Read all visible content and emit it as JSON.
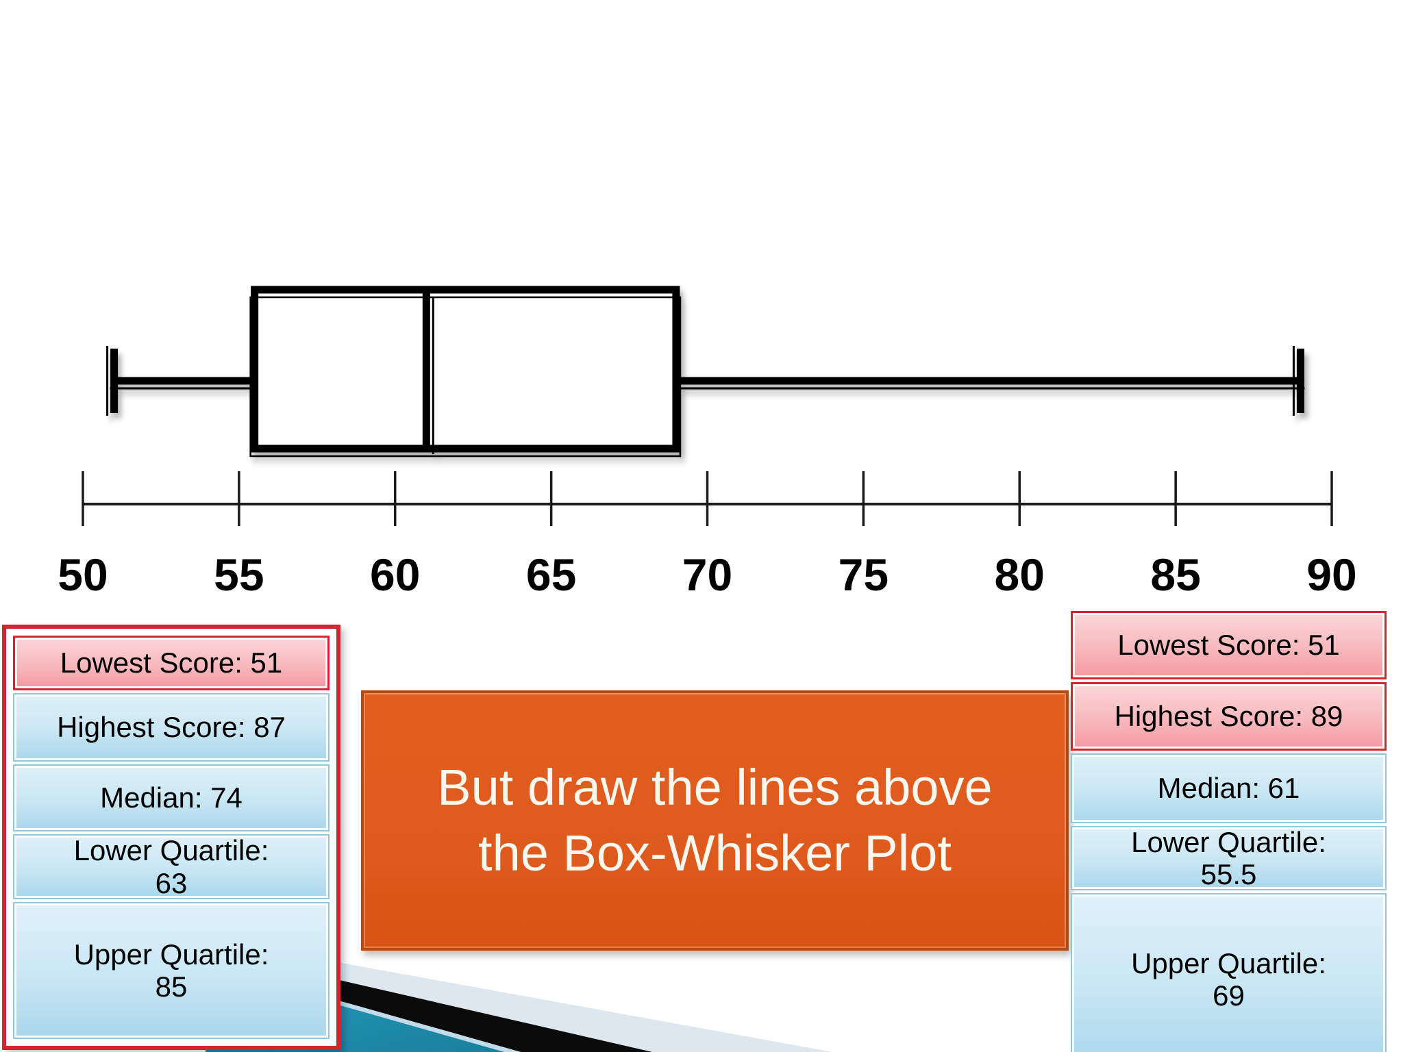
{
  "chart_data": {
    "type": "boxplot",
    "orientation": "horizontal",
    "min": 51,
    "q1": 55.5,
    "median": 61,
    "q3": 69,
    "max": 89,
    "axis": {
      "min": 50,
      "max": 90,
      "tick_step": 5,
      "tick_labels": [
        "50",
        "55",
        "60",
        "65",
        "70",
        "75",
        "80",
        "85",
        "90"
      ]
    },
    "grid": false,
    "legend": "none",
    "title": ""
  },
  "left_panel": {
    "rows": [
      {
        "lines": [
          "Lowest Score: 51"
        ],
        "color": "pink"
      },
      {
        "lines": [
          "Highest Score: 87"
        ],
        "color": "blue"
      },
      {
        "lines": [
          "Median: 74"
        ],
        "color": "blue"
      },
      {
        "lines": [
          "Lower Quartile:",
          "63"
        ],
        "color": "blue"
      },
      {
        "lines": [
          "Upper Quartile:",
          "85"
        ],
        "color": "blue"
      }
    ]
  },
  "right_panel": {
    "rows": [
      {
        "lines": [
          "Lowest Score: 51"
        ],
        "color": "pink"
      },
      {
        "lines": [
          "Highest Score: 89"
        ],
        "color": "pink"
      },
      {
        "lines": [
          "Median: 61"
        ],
        "color": "blue"
      },
      {
        "lines": [
          "Lower Quartile:",
          "55.5"
        ],
        "color": "blue"
      },
      {
        "lines": [
          "Upper Quartile:",
          "69"
        ],
        "color": "blue"
      }
    ]
  },
  "callout": {
    "lines": [
      "But draw the lines above",
      "the Box-Whisker Plot"
    ]
  },
  "colors": {
    "slide_bg": "#FFFFFF",
    "plot_stroke": "#000000",
    "axis_stroke": "#1A1A1A",
    "panel_red_border": "#D8232F",
    "pink_row_top": "#FBD7D9",
    "pink_row_bottom": "#F4989F",
    "blue_row_top": "#DFF1F9",
    "blue_row_bottom": "#A9D7EB",
    "blue_row_border": "#8FC8DE",
    "stat_text": "#000000",
    "callout_fill": "#DF5A1D",
    "callout_border": "#B84A10",
    "callout_text": "#FCF7EF",
    "stripe_light": "#DDE7F0",
    "stripe_black": "#0B0B0C",
    "stripe_thin": "#BFDCE8",
    "teal_top": "#2A9CBA",
    "teal_bottom": "#17809F"
  }
}
